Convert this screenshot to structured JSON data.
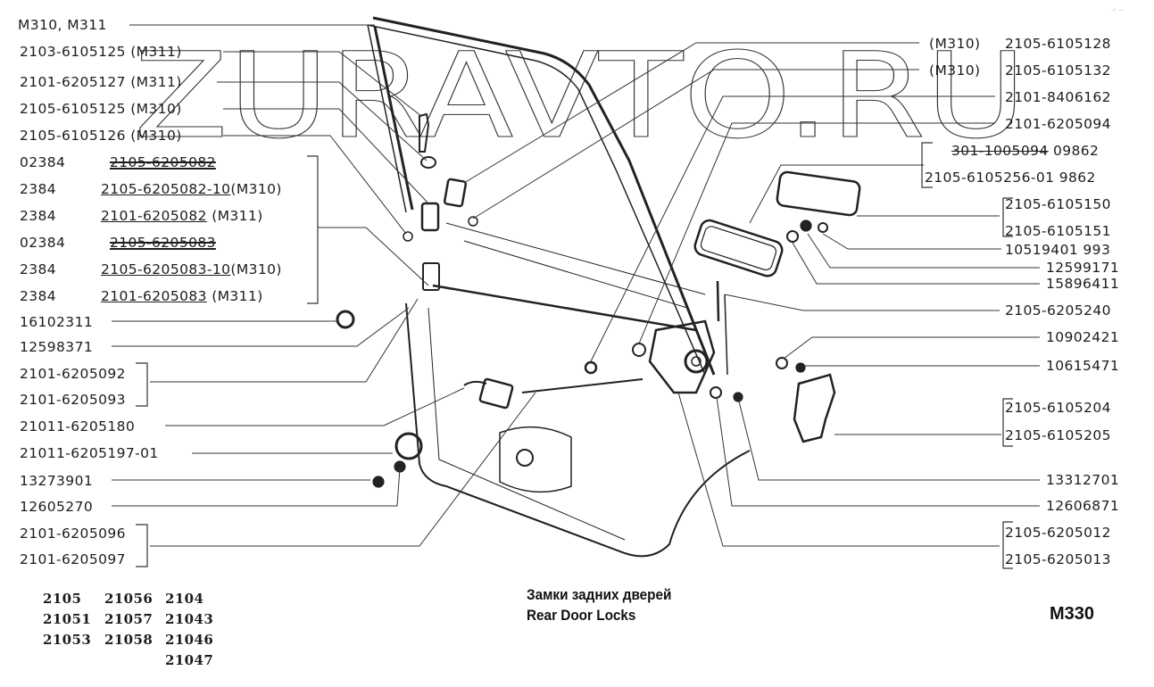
{
  "watermark": "ZURAVTO.RU",
  "corner_mark": "·ᐟ ···",
  "title": {
    "ru": "Замки задних дверей",
    "en": "Rear Door Locks"
  },
  "page_code": "M330",
  "models": [
    [
      "2105",
      "21056",
      "2104"
    ],
    [
      "21051",
      "21057",
      "21043"
    ],
    [
      "21053",
      "21058",
      "21046"
    ],
    [
      "",
      "",
      "21047"
    ]
  ],
  "left_labels": [
    {
      "text": "M310, M311"
    },
    {
      "text": "2103-6105125 (M311)"
    },
    {
      "text": "2101-6205127 (M311)"
    },
    {
      "text": "2105-6105125 (M310)"
    },
    {
      "text": "2105-6105126 (M310)"
    }
  ],
  "lock_group": [
    {
      "code": "02384",
      "part": "2105-6205082",
      "note": "",
      "obsolete": true
    },
    {
      "code": "2384",
      "part": "2105-6205082-10",
      "note": "(M310)",
      "obsolete": false
    },
    {
      "code": "2384",
      "part": "2101-6205082",
      "note": " (M311)",
      "obsolete": false
    },
    {
      "code": "02384",
      "part": "2105-6205083",
      "note": "",
      "obsolete": true
    },
    {
      "code": "2384",
      "part": "2105-6205083-10",
      "note": "(M310)",
      "obsolete": false
    },
    {
      "code": "2384",
      "part": "2101-6205083",
      "note": " (M311)",
      "obsolete": false
    }
  ],
  "left_lower_labels": [
    {
      "text": "16102311"
    },
    {
      "text": "12598371"
    },
    {
      "text": "2101-6205092"
    },
    {
      "text": "2101-6205093"
    },
    {
      "text": "21011-6205180"
    },
    {
      "text": "21011-6205197-01"
    },
    {
      "text": "13273901"
    },
    {
      "text": "12605270"
    },
    {
      "text": "2101-6205096"
    },
    {
      "text": "2101-6205097"
    }
  ],
  "right_labels": [
    {
      "note": "(M310)",
      "text": "2105-6105128"
    },
    {
      "note": "(M310)",
      "text": "2105-6105132"
    },
    {
      "note": "",
      "text": "2101-8406162"
    },
    {
      "note": "",
      "text": "2101-6205094"
    }
  ],
  "handle_group": {
    "obsolete_part": "301-1005094",
    "obsolete_code": "09862",
    "part": "2105-6105256-01",
    "code": "9862"
  },
  "right_lower_labels": [
    {
      "text": "2105-6105150"
    },
    {
      "text": "2105-6105151"
    },
    {
      "text": "10519401 993"
    },
    {
      "text": "12599171"
    },
    {
      "text": "15896411"
    },
    {
      "text": "2105-6205240"
    },
    {
      "text": "10902421"
    },
    {
      "text": "10615471"
    },
    {
      "text": "2105-6105204"
    },
    {
      "text": "2105-6105205"
    },
    {
      "text": "13312701"
    },
    {
      "text": "12606871"
    },
    {
      "text": "2105-6205012"
    },
    {
      "text": "2105-6205013"
    }
  ]
}
